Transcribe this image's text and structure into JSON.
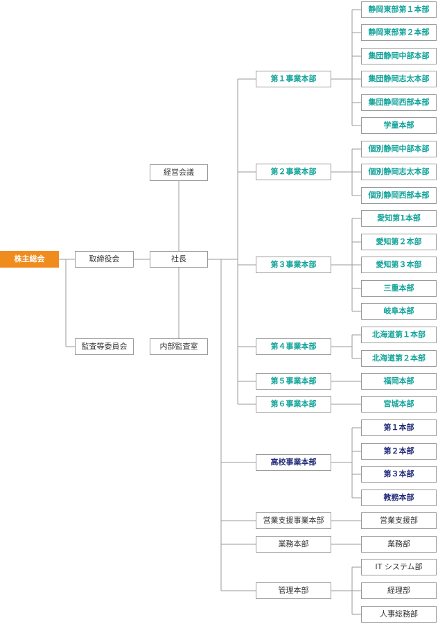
{
  "colors": {
    "root": "#f08c1e",
    "teal": "#13a39a",
    "navy": "#232c7a",
    "text": "#333333",
    "line": "#9a9a9a"
  },
  "org": {
    "shareholders": "株主総会",
    "board": "取締役会",
    "audit_committee": "監査等委員会",
    "management_meeting": "経営会議",
    "president": "社長",
    "internal_audit": "内部監査室",
    "divisions": [
      {
        "label": "第１事業本部",
        "style": "teal",
        "units": [
          "静岡東部第１本部",
          "静岡東部第２本部",
          "集団静岡中部本部",
          "集団静岡志太本部",
          "集団静岡西部本部",
          "学童本部"
        ]
      },
      {
        "label": "第２事業本部",
        "style": "teal",
        "units": [
          "個別静岡中部本部",
          "個別静岡志太本部",
          "個別静岡西部本部"
        ]
      },
      {
        "label": "第３事業本部",
        "style": "teal",
        "units": [
          "愛知第1本部",
          "愛知第２本部",
          "愛知第３本部",
          "三重本部",
          "岐阜本部"
        ]
      },
      {
        "label": "第４事業本部",
        "style": "teal",
        "units": [
          "北海道第１本部",
          "北海道第２本部"
        ]
      },
      {
        "label": "第５事業本部",
        "style": "teal",
        "units": [
          "福岡本部"
        ]
      },
      {
        "label": "第６事業本部",
        "style": "teal",
        "units": [
          "宮城本部"
        ]
      },
      {
        "label": "高校事業本部",
        "style": "navy",
        "units": [
          "第１本部",
          "第２本部",
          "第３本部",
          "教務本部"
        ]
      },
      {
        "label": "営業支援事業本部",
        "style": "dark",
        "units": [
          "営業支援部"
        ]
      },
      {
        "label": "業務本部",
        "style": "dark",
        "units": [
          "業務部"
        ]
      },
      {
        "label": "管理本部",
        "style": "dark",
        "units": [
          "IT システム部",
          "経理部",
          "人事総務部"
        ]
      }
    ]
  }
}
